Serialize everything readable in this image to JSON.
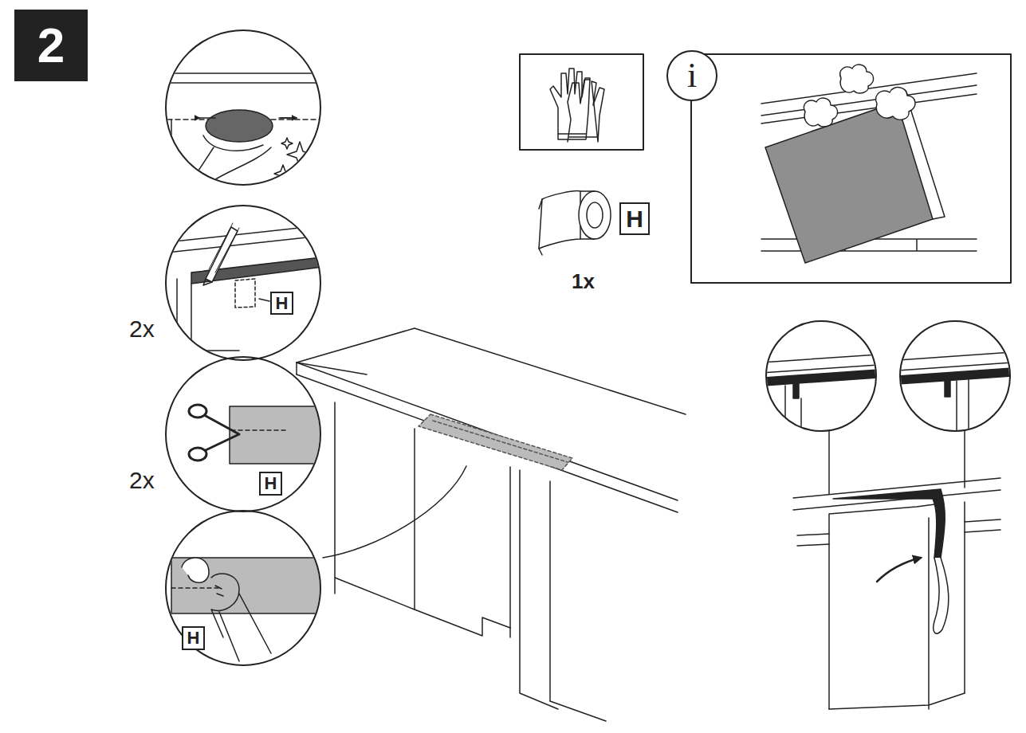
{
  "diagram": {
    "nodes": [
      {
        "text": [
          "2"
        ]
      },
      {
        "text": [
          "H"
        ]
      },
      {
        "text": [
          "H"
        ]
      },
      {
        "text": [
          "H"
        ]
      },
      {
        "text": [
          "H"
        ]
      },
      {
        "text": [
          "i"
        ]
      }
    ],
    "labels": [
      "2x",
      "2x",
      "1x"
    ]
  }
}
